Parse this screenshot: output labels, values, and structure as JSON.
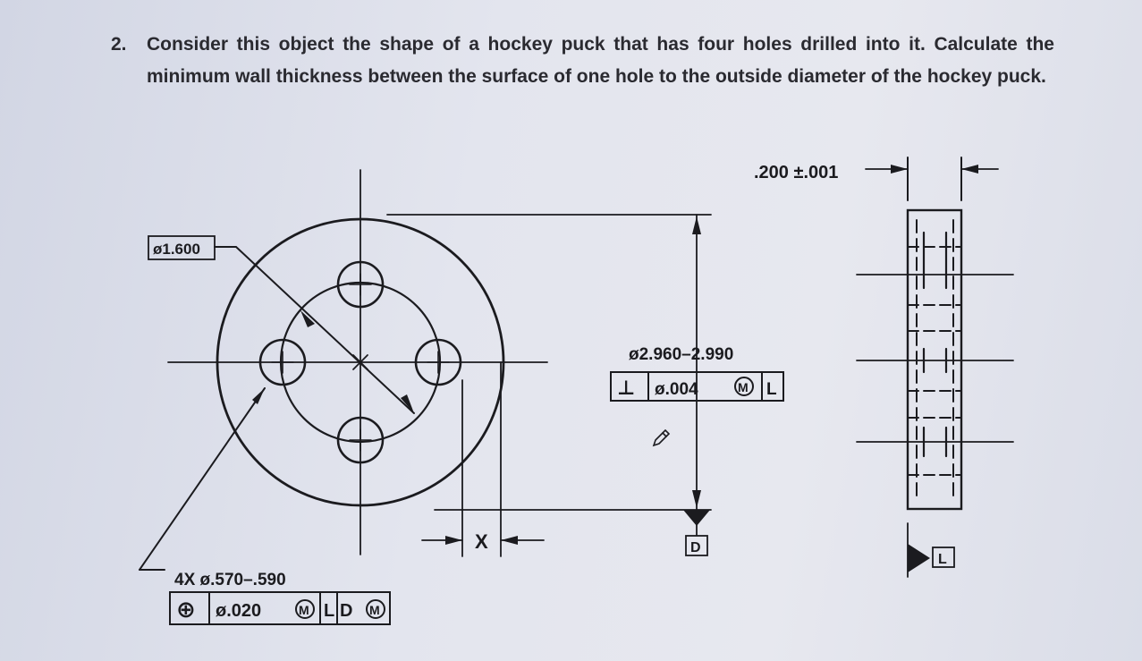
{
  "question": {
    "number": "2.",
    "text": "Consider this object the shape of a hockey puck that has four holes drilled into it. Calculate the minimum wall thickness between the surface of one hole to the outside diameter of the hockey puck."
  },
  "drawing": {
    "bolt_circle_dim": "ø1.600",
    "outer_diameter_dim": "ø2.960–2.990",
    "perp_symbol": "⊥",
    "perp_tolerance": "ø.004",
    "perp_modifier": "M",
    "perp_datum": "L",
    "thickness_dim": ".200 ±.001",
    "x_label": "X",
    "datum_d": "D",
    "datum_l": "L",
    "hole_spec": "4X ø.570–.590",
    "pos_symbol": "⊕",
    "pos_tolerance": "ø.020",
    "pos_modifier": "M",
    "pos_datum_1": "L",
    "pos_datum_2": "D",
    "pos_datum_2_modifier": "M"
  }
}
